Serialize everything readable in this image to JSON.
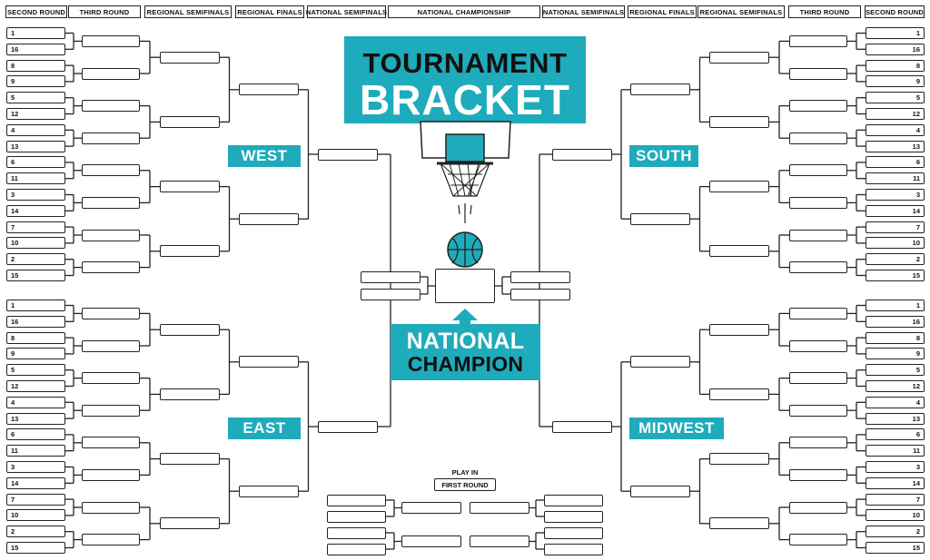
{
  "headers": {
    "left": [
      "SECOND ROUND",
      "THIRD ROUND",
      "REGIONAL SEMIFINALS",
      "REGIONAL FINALS",
      "NATIONAL SEMIFINALS"
    ],
    "center": "NATIONAL CHAMPIONSHIP",
    "right": [
      "NATIONAL SEMIFINALS",
      "REGIONAL FINALS",
      "REGIONAL SEMIFINALS",
      "THIRD ROUND",
      "SECOND ROUND"
    ]
  },
  "title": {
    "line1": "TOURNAMENT",
    "line2": "BRACKET"
  },
  "champion": {
    "line1": "NATIONAL",
    "line2": "CHAMPION"
  },
  "regions": {
    "top_left": "WEST",
    "bottom_left": "EAST",
    "top_right": "SOUTH",
    "bottom_right": "MIDWEST"
  },
  "seeds": [
    "1",
    "16",
    "8",
    "9",
    "5",
    "12",
    "4",
    "13",
    "6",
    "11",
    "3",
    "14",
    "7",
    "10",
    "2",
    "15"
  ],
  "play_in": {
    "label": "PLAY IN",
    "round": "FIRST ROUND"
  },
  "colors": {
    "accent": "#1eabbb",
    "line": "#222222",
    "text": "#111111"
  },
  "icons": [
    "basketball-hoop-icon",
    "basketball-icon",
    "arrow-up-icon"
  ]
}
